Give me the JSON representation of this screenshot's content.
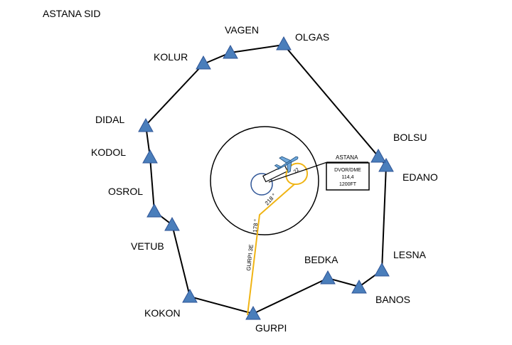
{
  "title": "ASTANA SID",
  "waypoints": [
    {
      "id": "vagen",
      "name": "VAGEN"
    },
    {
      "id": "olgas",
      "name": "OLGAS"
    },
    {
      "id": "kolur",
      "name": "KOLUR"
    },
    {
      "id": "didal",
      "name": "DIDAL"
    },
    {
      "id": "kodol",
      "name": "KODOL"
    },
    {
      "id": "osrol",
      "name": "OSROL"
    },
    {
      "id": "vetub",
      "name": "VETUB"
    },
    {
      "id": "kokon",
      "name": "KOKON"
    },
    {
      "id": "gurpi",
      "name": "GURPI"
    },
    {
      "id": "bedka",
      "name": "BEDKA"
    },
    {
      "id": "banos",
      "name": "BANOS"
    },
    {
      "id": "lesna",
      "name": "LESNA"
    },
    {
      "id": "edano",
      "name": "EDANO"
    },
    {
      "id": "bolsu",
      "name": "BOLSU"
    }
  ],
  "navaid": {
    "name": "ASTANA",
    "type": "DVOR/DME",
    "frequency": "114,4",
    "altitude": "1200FT"
  },
  "route": {
    "name": "GURPI 3E",
    "track_1": "218 °",
    "track_2": "178 °"
  },
  "runway_label": "22",
  "colors": {
    "route": "#f0b414",
    "waypoint_fill": "#4a7ebb",
    "waypoint_stroke": "#2f5597",
    "inner_circle": "#2f5597",
    "lines": "#000000"
  }
}
